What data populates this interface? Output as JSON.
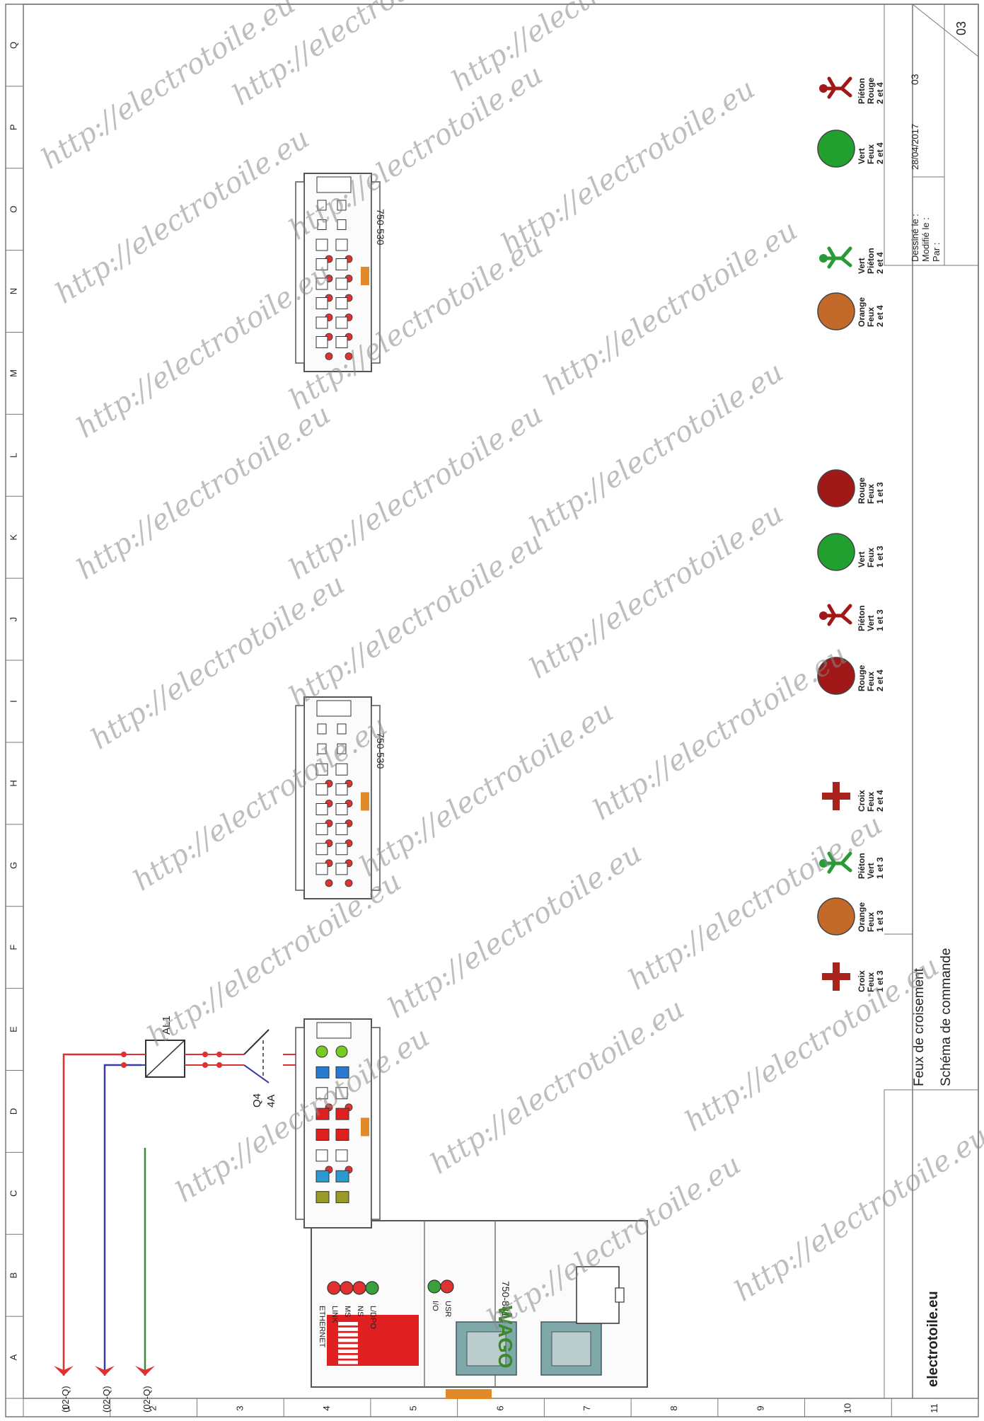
{
  "grid": {
    "cols": [
      "A",
      "B",
      "C",
      "D",
      "E",
      "F",
      "G",
      "H",
      "I",
      "J",
      "K",
      "L",
      "M",
      "N",
      "O",
      "P",
      "Q"
    ],
    "rows": [
      "1",
      "2",
      "3",
      "4",
      "5",
      "6",
      "7",
      "8",
      "9",
      "10",
      "11"
    ]
  },
  "title_block": {
    "company": "electrotoile.eu",
    "project": "Feux de croisement",
    "subtitle": "Schéma de commande",
    "drawn_label": "Dessiné le :",
    "drawn_value": "28/04/2017",
    "modified_label": "Modifié le :",
    "by_label": "Par :",
    "sheet_small": "03",
    "sheet_big": "03"
  },
  "references": [
    "(02-Q)",
    "(02-Q)",
    "(02-Q)"
  ],
  "power": {
    "supply_label": "AL1",
    "breaker_label": "Q4",
    "breaker_rating": "4A"
  },
  "coupler": {
    "model": "750-881",
    "brand": "WAGO",
    "leds": [
      "ETHERNET",
      "LINK",
      "MS",
      "NS",
      "L/DPO"
    ],
    "leds2": [
      "I/O",
      "USR"
    ]
  },
  "modules": [
    {
      "model": "750-530"
    },
    {
      "model": "750-530"
    }
  ],
  "lights": [
    {
      "line1": "Croix",
      "line2": "Feux",
      "line3": "1 et 3",
      "kind": "cross",
      "color": "#a8231b"
    },
    {
      "line1": "Orange",
      "line2": "Feux",
      "line3": "1 et 3",
      "kind": "lamp",
      "color": "#c36a2a"
    },
    {
      "line1": "Piéton",
      "line2": "Vert",
      "line3": "1 et 3",
      "kind": "walker",
      "color": "#2a9a36"
    },
    {
      "line1": "Croix",
      "line2": "Feux",
      "line3": "2 et 4",
      "kind": "cross",
      "color": "#a8231b"
    },
    {
      "line1": "Rouge",
      "line2": "Feux",
      "line3": "2 et 4",
      "kind": "lamp",
      "color": "#a01818"
    },
    {
      "line1": "Piéton",
      "line2": "Vert",
      "line3": "1 et 3",
      "kind": "walker",
      "color": "#a01818"
    },
    {
      "line1": "Vert",
      "line2": "Feux",
      "line3": "1 et 3",
      "kind": "lamp",
      "color": "#21a030"
    },
    {
      "line1": "Rouge",
      "line2": "Feux",
      "line3": "1 et 3",
      "kind": "lamp",
      "color": "#a01818"
    },
    {
      "line1": "Orange",
      "line2": "Feux",
      "line3": "2 et 4",
      "kind": "lamp",
      "color": "#c36a2a"
    },
    {
      "line1": "Vert",
      "line2": "Piéton",
      "line3": "2 et 4",
      "kind": "walker",
      "color": "#2a9a36"
    },
    {
      "line1": "Vert",
      "line2": "Feux",
      "line3": "2 et 4",
      "kind": "lamp",
      "color": "#21a030"
    },
    {
      "line1": "Piéton",
      "line2": "Rouge",
      "line3": "2 et 4",
      "kind": "walker",
      "color": "#a01818"
    }
  ],
  "watermark": "http://electrotoile.eu",
  "colors": {
    "wire_red": "#e03030",
    "wire_blue": "#3a3aa8",
    "wire_green": "#3a8a3a",
    "dip": "#e02020"
  }
}
